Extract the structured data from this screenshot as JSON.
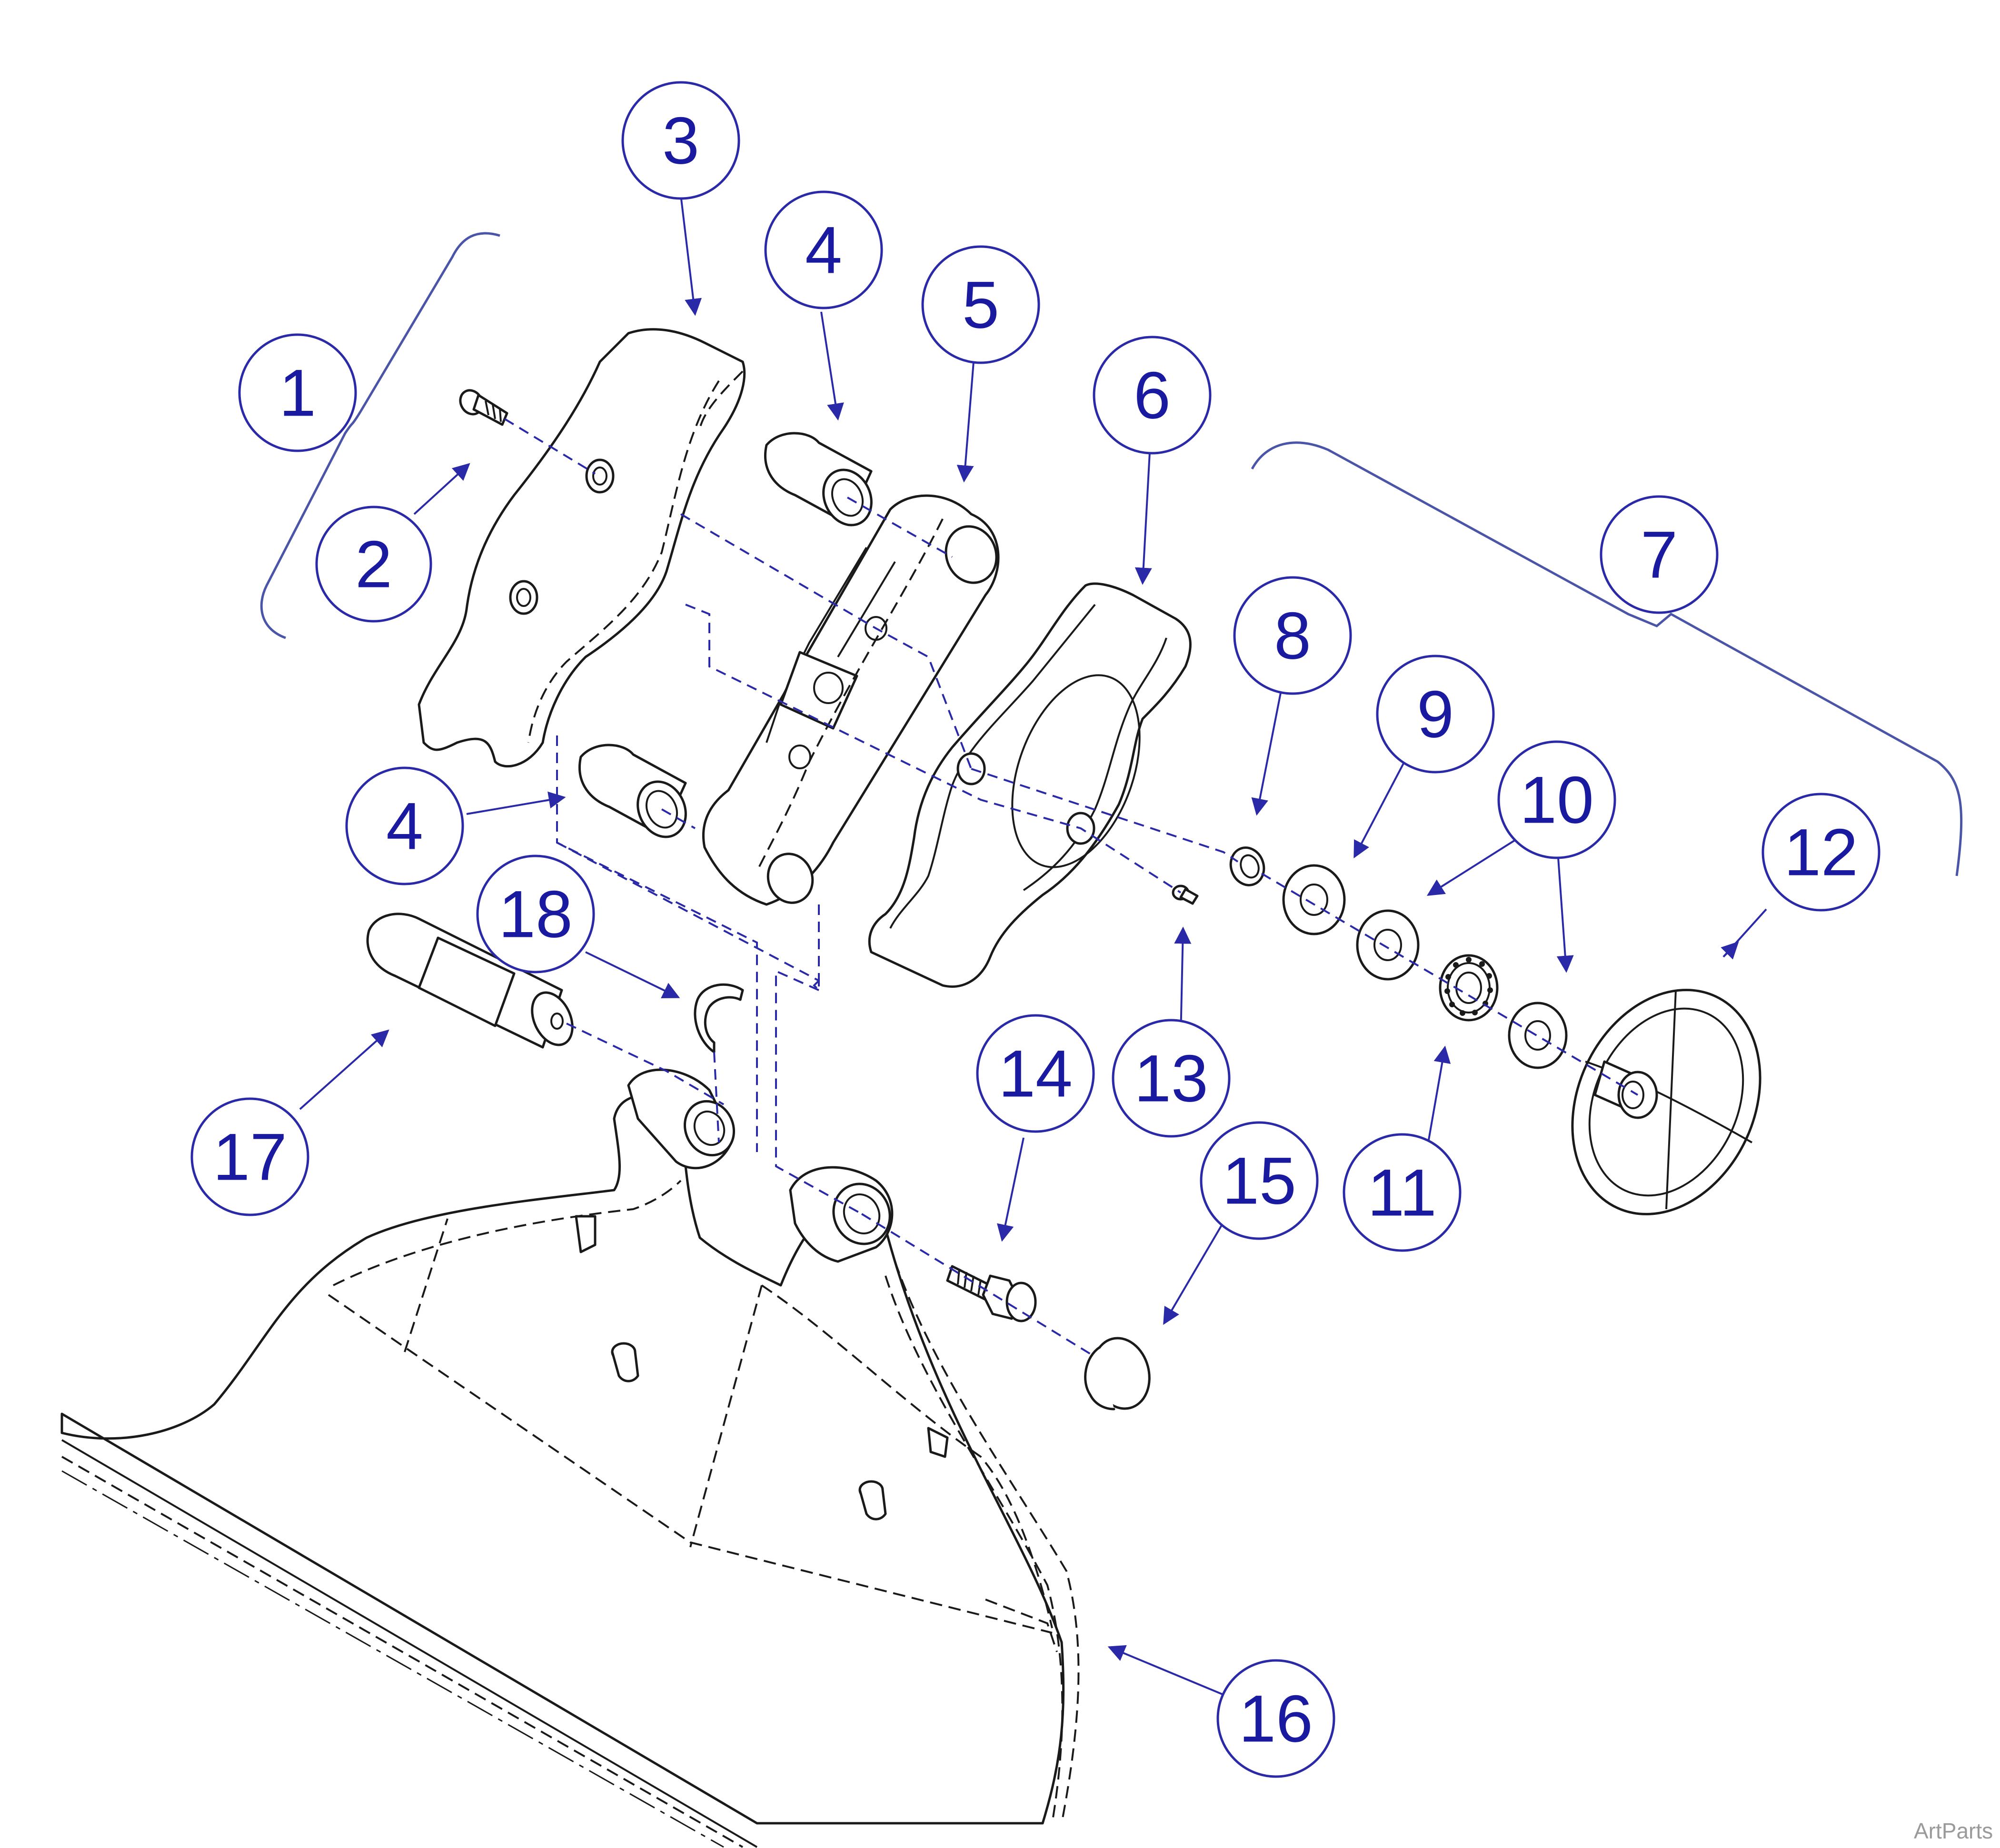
{
  "diagram": {
    "accent_color": "#1a1aa0",
    "callouts": [
      {
        "id": "c1",
        "label": "1"
      },
      {
        "id": "c2",
        "label": "2"
      },
      {
        "id": "c3",
        "label": "3"
      },
      {
        "id": "c4a",
        "label": "4"
      },
      {
        "id": "c4b",
        "label": "4"
      },
      {
        "id": "c5",
        "label": "5"
      },
      {
        "id": "c6",
        "label": "6"
      },
      {
        "id": "c7",
        "label": "7"
      },
      {
        "id": "c8",
        "label": "8"
      },
      {
        "id": "c9",
        "label": "9"
      },
      {
        "id": "c10",
        "label": "10"
      },
      {
        "id": "c11",
        "label": "11"
      },
      {
        "id": "c12",
        "label": "12"
      },
      {
        "id": "c13",
        "label": "13"
      },
      {
        "id": "c14",
        "label": "14"
      },
      {
        "id": "c15",
        "label": "15"
      },
      {
        "id": "c16",
        "label": "16"
      },
      {
        "id": "c17",
        "label": "17"
      },
      {
        "id": "c18",
        "label": "18"
      }
    ]
  },
  "watermark": "ArtParts"
}
